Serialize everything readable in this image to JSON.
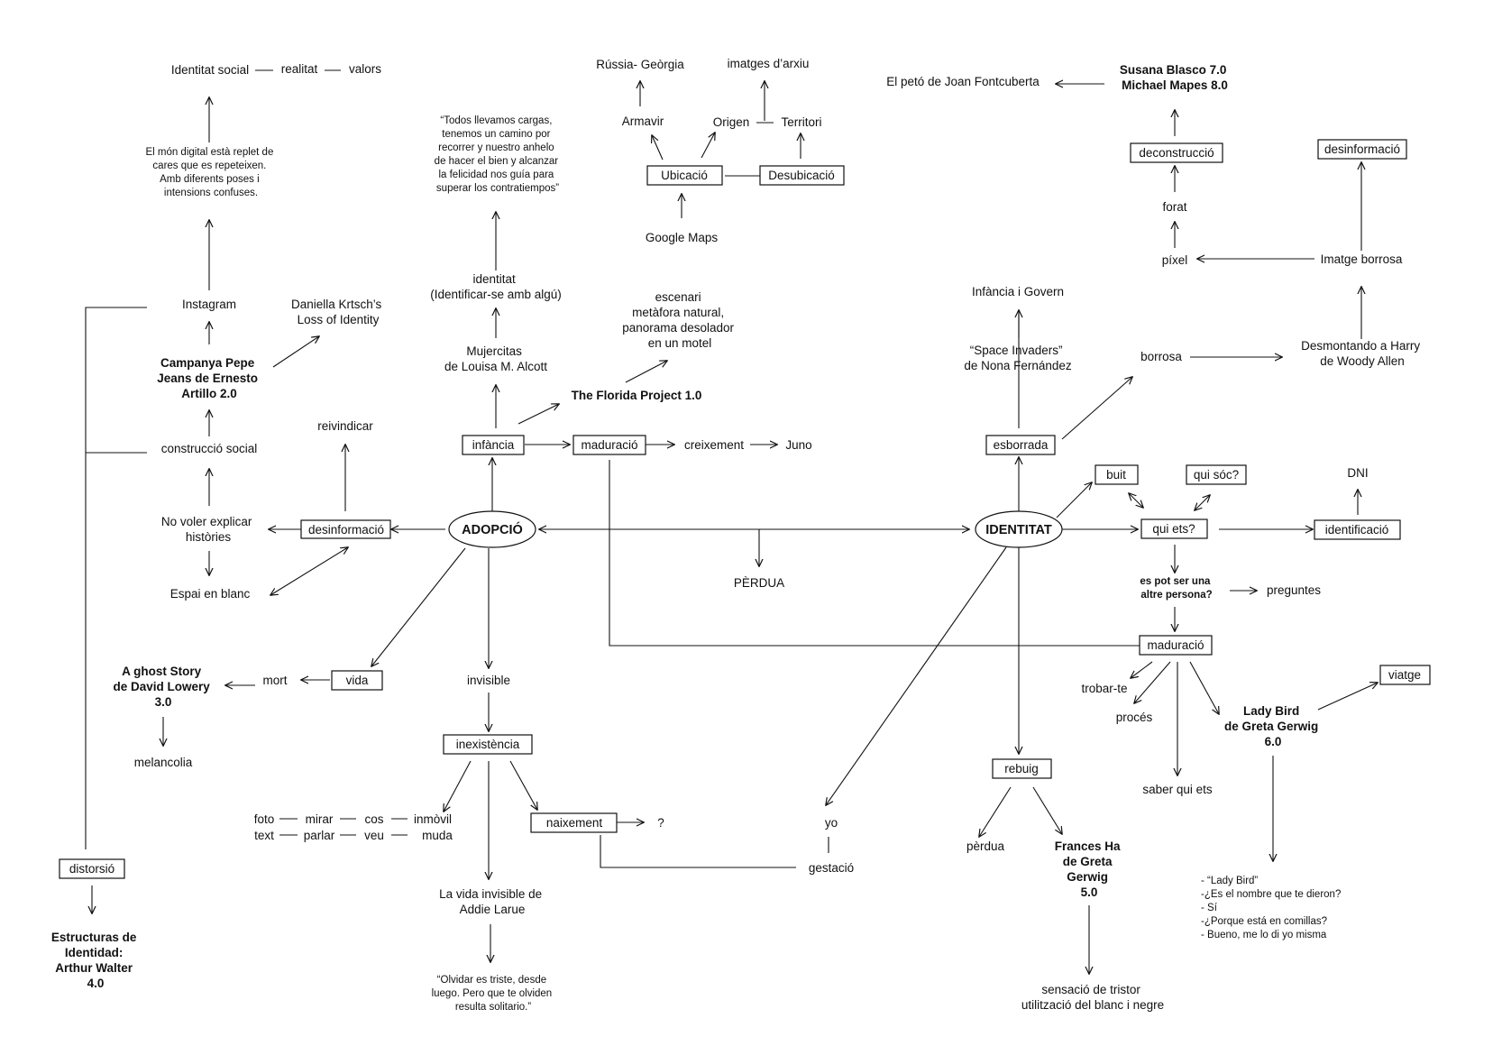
{
  "hubs": {
    "adopcio": "ADOPCIÓ",
    "identitat": "IDENTITAT"
  },
  "left": {
    "identitat_social": "Identitat social",
    "realitat": "realitat",
    "valors": "valors",
    "mon_digital": [
      "El món digital està replet de",
      "cares que es repeteixen.",
      "Amb diferents poses i",
      "intensions confuses."
    ],
    "instagram": "Instagram",
    "daniella": [
      "Daniella Krtsch’s",
      "Loss of Identity"
    ],
    "campanya": [
      "Campanya Pepe",
      "Jeans de Ernesto",
      "Artillo 2.0"
    ],
    "construccio_social": "construcció social",
    "reivindicar": "reivindicar",
    "no_voler": [
      "No voler explicar",
      "històries"
    ],
    "desinformacio": "desinformació",
    "espai_blanc": "Espai en blanc",
    "ghost_story": [
      "A ghost Story",
      "de David Lowery",
      "3.0"
    ],
    "mort": "mort",
    "vida": "vida",
    "melancolia": "melancolia",
    "distorsio": "distorsió",
    "estructuras": [
      "Estructuras de",
      "Identidad:",
      "Arthur Walter",
      "4.0"
    ]
  },
  "center": {
    "quote_cargas": [
      "“Todos llevamos cargas,",
      "tenemos un camino por",
      "recorrer y nuestro anhelo",
      "de hacer el bien y alcanzar",
      "la felicidad nos guía para",
      "superar los contratiempos”"
    ],
    "identitat_id": [
      "identitat",
      "(Identificar-se amb algú)"
    ],
    "mujercitas": [
      "Mujercitas",
      "de Louisa M. Alcott"
    ],
    "infancia": "infància",
    "maduracio": "maduració",
    "creixement": "creixement",
    "juno": "Juno",
    "florida": "The Florida Project  1.0",
    "escenari": [
      "escenari",
      "metàfora natural,",
      "panorama desolador",
      "en un motel"
    ],
    "google_maps": "Google Maps",
    "ubicacio": "Ubicació",
    "desubicacio": "Desubicació",
    "armavir": "Armavir",
    "origen": "Origen",
    "territori": "Territori",
    "russia": "Rússia- Geòrgia",
    "imatges": "imatges d’arxiu",
    "perdua_center": "PÈRDUA",
    "invisible": "invisible",
    "inexistencia": "inexistència",
    "row1": [
      "foto",
      "mirar",
      "cos",
      "inmòvil"
    ],
    "row2": [
      "text",
      "parlar",
      "veu",
      "muda"
    ],
    "naixement": "naixement",
    "question": "?",
    "addie": [
      "La vida invisible de",
      "Addie Larue"
    ],
    "quote_olvidar": [
      "“Olvidar es triste, desde",
      "luego. Pero que te olviden",
      "resulta solitario.”"
    ],
    "yo": "yo",
    "gestacio": "gestació"
  },
  "right": {
    "peto": "El petó de Joan Fontcuberta",
    "susana": [
      "Susana Blasco 7.0",
      "Michael Mapes 8.0"
    ],
    "deconstruccio": "deconstrucció",
    "forat": "forat",
    "pixel": "píxel",
    "desinformacio": "desinformació",
    "imatge_borrosa": "Imatge borrosa",
    "desmontando": [
      "Desmontando a Harry",
      "de Woody Allen"
    ],
    "borrosa": "borrosa",
    "infancia_govern": "Infància i Govern",
    "space_invaders": [
      "“Space Invaders”",
      "de Nona Fernández"
    ],
    "esborrada": "esborrada",
    "buit": "buit",
    "qui_soc": "qui sóc?",
    "dni": "DNI",
    "qui_ets": "qui ets?",
    "identificacio": "identificació",
    "es_pot": [
      "es pot ser una",
      "altre persona?"
    ],
    "preguntes": "preguntes",
    "maduracio": "maduració",
    "trobar": "trobar-te",
    "proces": "procés",
    "saber": "saber qui ets",
    "lady_bird": [
      "Lady Bird",
      "de Greta Gerwig",
      "6.0"
    ],
    "viatge": "viatge",
    "dialogue": [
      "- “Lady Bird”",
      "-¿Es el nombre que te dieron?",
      "- Sí",
      "-¿Porque está en comillas?",
      "- Bueno, me lo di yo misma"
    ],
    "rebuig": "rebuig",
    "perdua": "pèrdua",
    "frances": [
      "Frances Ha",
      "de Greta",
      "Gerwig",
      "5.0"
    ],
    "sensacio": [
      "sensació de tristor",
      "utilització del blanc i negre"
    ]
  }
}
